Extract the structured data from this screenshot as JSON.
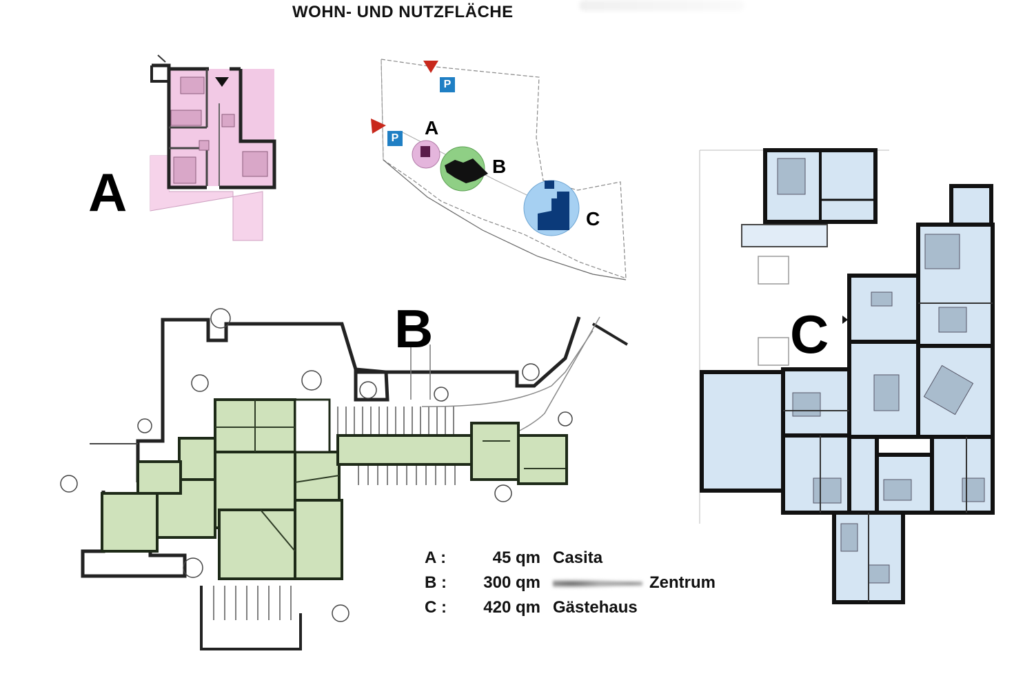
{
  "title": "WOHN- UND NUTZFLÄCHE",
  "plan_labels": {
    "a": "A",
    "b": "B",
    "c": "C"
  },
  "site_labels": {
    "a": "A",
    "b": "B",
    "c": "C",
    "parking": "P"
  },
  "legend": [
    {
      "letter": "A :",
      "area": "45 qm",
      "name": "Casita"
    },
    {
      "letter": "B :",
      "area": "300 qm",
      "name": "Zentrum"
    },
    {
      "letter": "C :",
      "area": "420 qm",
      "name": "Gästehaus"
    }
  ],
  "colors": {
    "casita": "#f2cbe6",
    "zentrum": "#cfe2bb",
    "gaestehaus": "#d5e5f3",
    "parking": "#1f7fc4",
    "marker": "#c8281c"
  }
}
